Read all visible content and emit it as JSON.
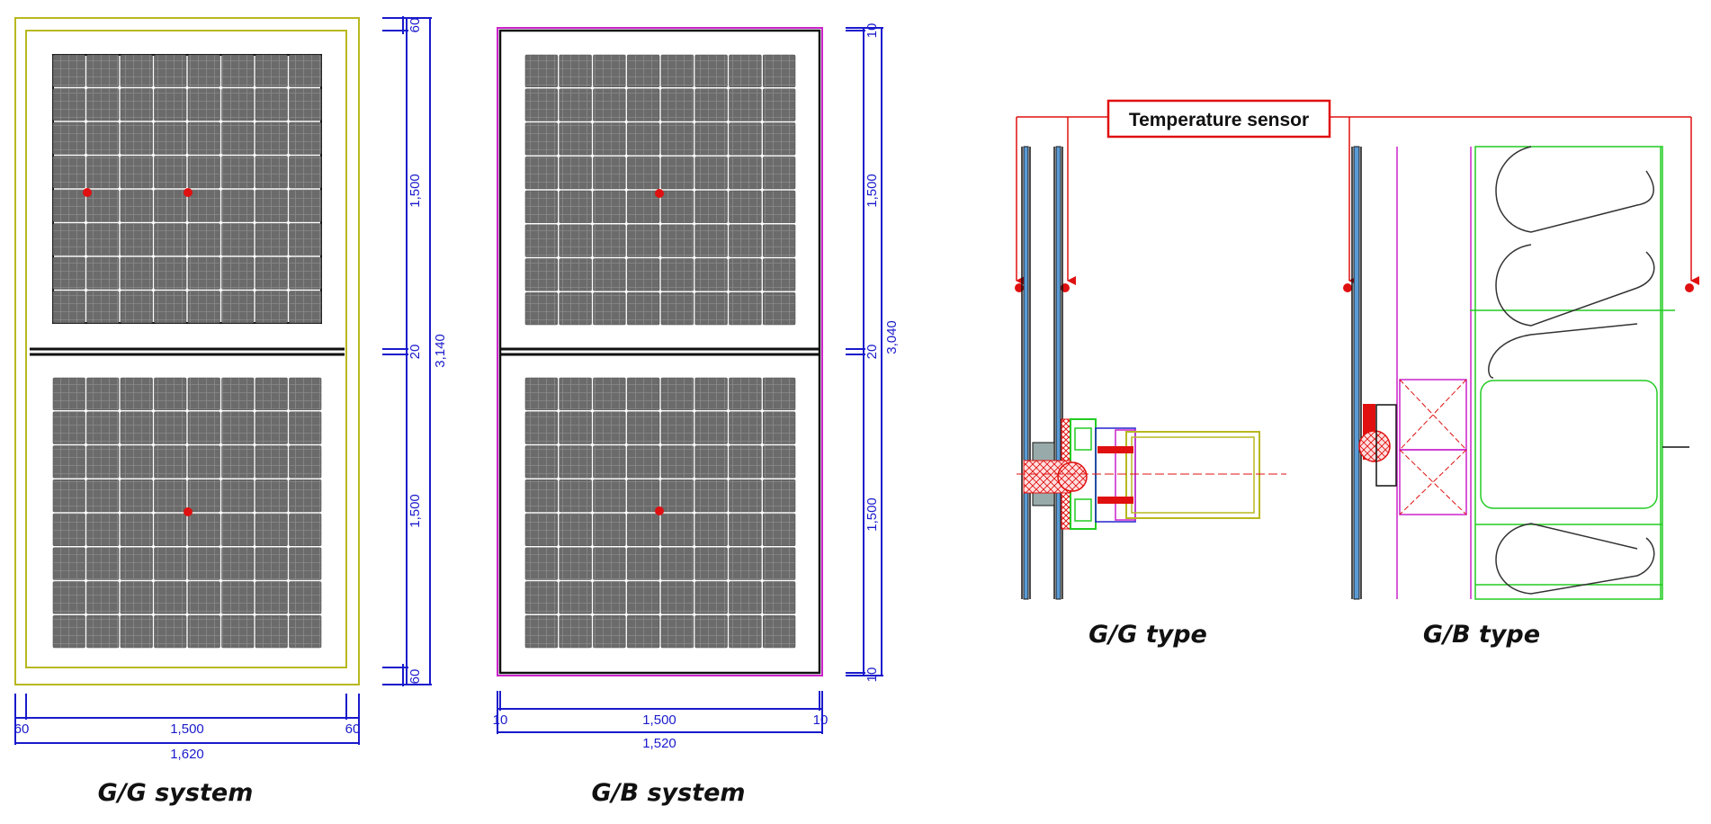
{
  "captions": {
    "gg_system": "G/G system",
    "gb_system": "G/B system",
    "gg_type": "G/G type",
    "gb_type": "G/B type"
  },
  "sensor_label": "Temperature sensor",
  "dimensions": {
    "gg": {
      "v_top": "60",
      "v_panel_upper": "1,500",
      "v_gap": "20",
      "v_panel_lower": "1,500",
      "v_bottom": "60",
      "v_total": "3,140",
      "h_left": "60",
      "h_panel": "1,500",
      "h_right": "60",
      "h_total": "1,620"
    },
    "gb": {
      "v_top": "10",
      "v_panel_upper": "1,500",
      "v_gap": "20",
      "v_panel_lower": "1,500",
      "v_bottom": "10",
      "v_total": "3,040",
      "h_left": "10",
      "h_panel": "1,500",
      "h_right": "10",
      "h_total": "1,520"
    }
  },
  "colors": {
    "dimension": "#1a1acc",
    "gg_frame": "#b8b820",
    "gb_frame": "#cc22cc",
    "sensor": "#e01010",
    "cell": "#6e6e6e",
    "insulation": "#22cc22"
  }
}
